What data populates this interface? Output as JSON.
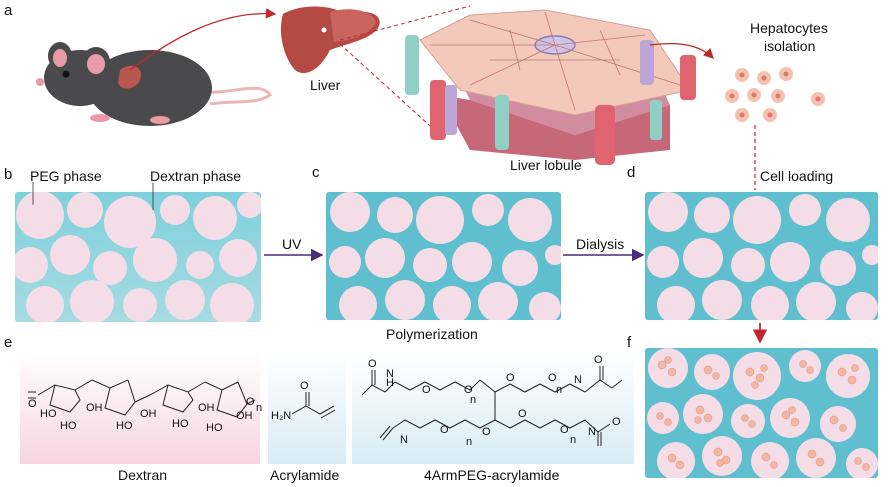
{
  "panels": {
    "a": "a",
    "b": "b",
    "c": "c",
    "d": "d",
    "e": "e",
    "f": "f"
  },
  "labels": {
    "liver": "Liver",
    "hepatocytes_line1": "Hepatocytes",
    "hepatocytes_line2": "isolation",
    "liver_lobule": "Liver lobule",
    "peg_phase": "PEG phase",
    "dextran_phase": "Dextran phase",
    "uv": "UV",
    "dialysis": "Dialysis",
    "polymerization": "Polymerization",
    "cell_loading": "Cell loading",
    "dextran": "Dextran",
    "acrylamide": "Acrylamide",
    "peg_acrylamide": "4ArmPEG-acrylamide"
  },
  "chem": {
    "oh": "OH",
    "ho": "HO",
    "o": "O",
    "n": "n",
    "h2n": "H₂N",
    "nh": "N",
    "h": "H"
  },
  "colors": {
    "peg_blue": "#5fbfcf",
    "dextran_pink": "#f4dde6",
    "arrow_purple": "#4b2a7a",
    "arrow_red": "#c0272d",
    "cell_fill": "#f2b7a3"
  }
}
